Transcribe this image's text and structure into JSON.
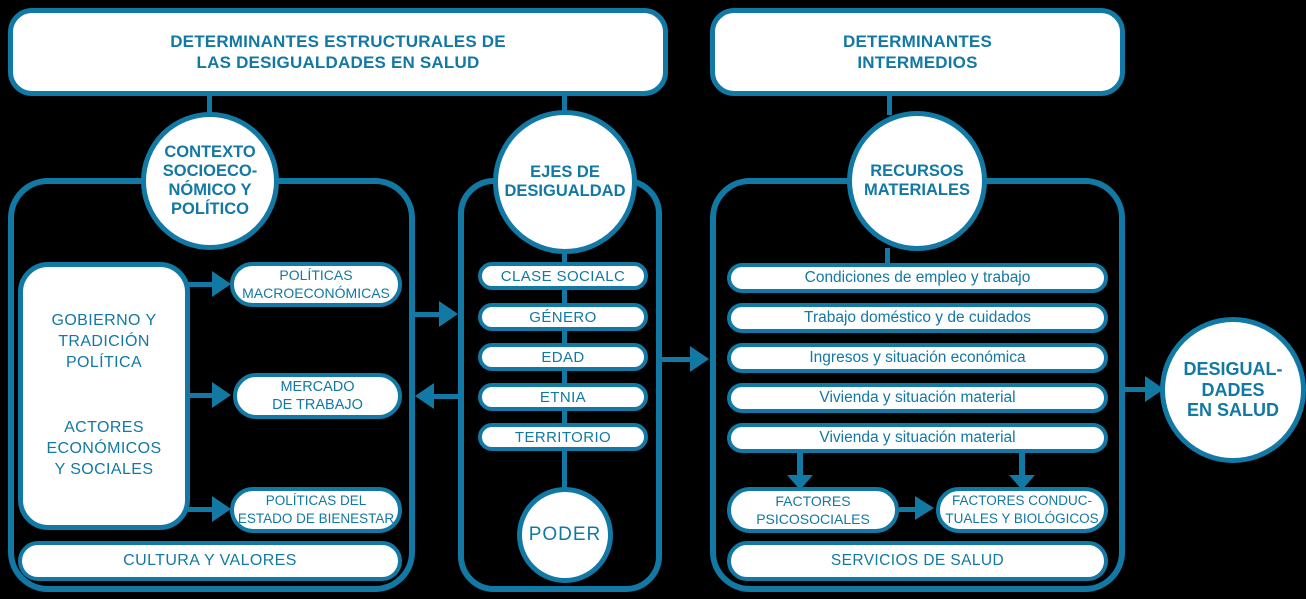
{
  "colors": {
    "accent": "#1278a4",
    "background": "#000000",
    "box_fill": "#ffffff"
  },
  "headers": {
    "structural": "DETERMINANTES ESTRUCTURALES DE\nLAS DESIGUALDADES EN SALUD",
    "intermediate": "DETERMINANTES\nINTERMEDIOS"
  },
  "circles": {
    "context": "CONTEXTO\nSOCIOECO-\nNÓMICO Y\nPOLÍTICO",
    "axes": "EJES DE\nDESIGUALDAD",
    "resources": "RECURSOS\nMATERIALES",
    "power": "PODER",
    "inequalities": "DESIGUAL-\nDADES\nEN SALUD"
  },
  "left_column": {
    "governance_box": {
      "top": "GOBIERNO Y\nTRADICIÓN\nPOLÍTICA",
      "bottom": "ACTORES\nECONÓMICOS\nY SOCIALES"
    },
    "policy_boxes": [
      "POLÍTICAS\nMACROECONÓMICAS",
      "MERCADO\nDE TRABAJO",
      "POLÍTICAS DEL\nESTADO DE BIENESTAR"
    ],
    "culture_box": "CULTURA Y VALORES"
  },
  "middle_column": {
    "axes_items": [
      "CLASE SOCIALC",
      "GÉNERO",
      "EDAD",
      "ETNIA",
      "TERRITORIO"
    ]
  },
  "right_column": {
    "material_items": [
      "Condiciones de empleo y trabajo",
      "Trabajo doméstico y de cuidados",
      "Ingresos y situación económica",
      "Vivienda y situación material",
      "Vivienda y situación material"
    ],
    "factor_boxes": [
      "FACTORES\nPSICOSOCIALES",
      "FACTORES CONDUC-\nTUALES Y BIOLÓGICOS"
    ],
    "services_box": "SERVICIOS DE SALUD"
  }
}
